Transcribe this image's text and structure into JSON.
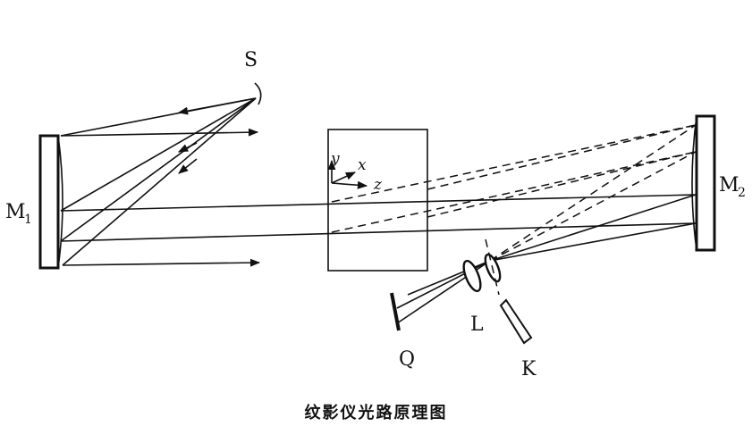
{
  "labels": {
    "source": "S",
    "mirror1": "M",
    "mirror1_sub": "1",
    "mirror2": "M",
    "mirror2_sub": "2",
    "lens": "L",
    "screen": "Q",
    "knife_edge": "K",
    "axis_x": "x",
    "axis_y": "y",
    "axis_z": "z"
  },
  "caption": "纹影仪光路原理图"
}
